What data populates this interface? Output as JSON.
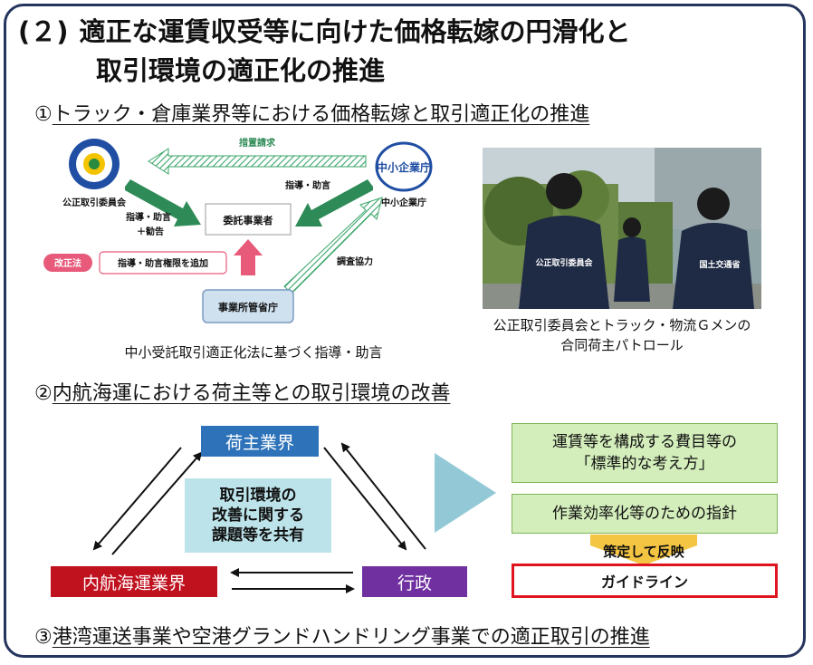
{
  "header": {
    "number": "(２)",
    "title_line1": "適正な運賃収受等に向けた価格転嫁の円滑化と",
    "title_line2": "取引環境の適正化の推進"
  },
  "section1": {
    "marker": "①",
    "title": "トラック・倉庫業界等における価格転嫁と取引適正化の推進",
    "diagram": {
      "jftc_label": "公正取引委員会",
      "sme_logo_text": "中小企業庁",
      "sme_label": "中小企業庁",
      "request_label": "措置請求",
      "guidance_left": "指導・助言",
      "guidance_left_sub": "＋勧告",
      "guidance_right": "指導・助言",
      "cooperation_label": "調査協力",
      "contractor_label": "委託事業者",
      "ministry_label": "事業所管省庁",
      "revision_badge": "改正法",
      "revision_text": "指導・助言権限を追加",
      "caption": "中小受託取引適正化法に基づく指導・助言"
    },
    "photo": {
      "vest_text_left": "公正取引委員会",
      "vest_text_right": "国土交通省",
      "caption_line1": "公正取引委員会とトラック・物流Ｇメンの",
      "caption_line2": "合同荷主パトロール"
    }
  },
  "section2": {
    "marker": "②",
    "title": "内航海運における荷主等との取引環境の改善",
    "shippers": "荷主業界",
    "coastal": "内航海運業界",
    "government": "行政",
    "center_line1": "取引環境の",
    "center_line2": "改善に関する",
    "center_line3": "課題等を共有",
    "green1_line1": "運賃等を構成する費目等の",
    "green1_line2": "「標準的な考え方」",
    "green2": "作業効率化等のための指針",
    "reflect_label": "策定して反映",
    "guideline_label": "ガイドライン"
  },
  "section3": {
    "marker": "③",
    "title": "港湾運送事業や空港グランドハンドリング事業での適正取引の推進"
  },
  "colors": {
    "frame": "#26355e",
    "shippers_blue": "#2e73b9",
    "coastal_red": "#c0111f",
    "government_purple": "#7030a0",
    "center_teal": "#bde3ea",
    "green_fill": "#d3edbb",
    "guideline_border": "#e0141e",
    "diagram_green": "#2e8b57"
  }
}
